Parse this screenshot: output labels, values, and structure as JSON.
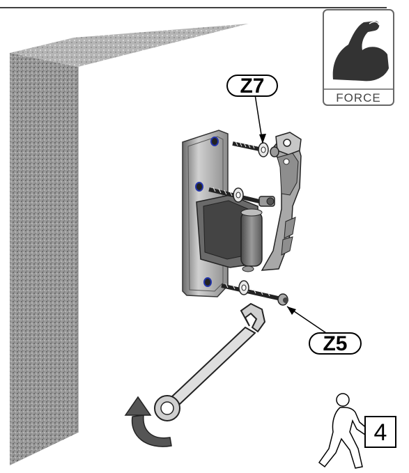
{
  "diagram": {
    "top_rule": true,
    "callouts": {
      "upper_screw": "Z7",
      "lower_screw": "Z5"
    },
    "force_badge": {
      "icon": "flexed-arm-icon",
      "label": "FORCE"
    },
    "step": {
      "icon": "walking-person-icon",
      "number": "4"
    },
    "wrench_rotation": "clockwise-arrow-icon",
    "colors": {
      "line": "#000000",
      "wall_edge": "#8a8a8a",
      "wall_face": "#ffffff",
      "metal": "#9a9a9a",
      "metal_dark": "#555555",
      "hole_accent": "#2233aa",
      "badge_bg": "#ffffff",
      "badge_border": "#666666",
      "arm_fill": "#333333"
    }
  }
}
